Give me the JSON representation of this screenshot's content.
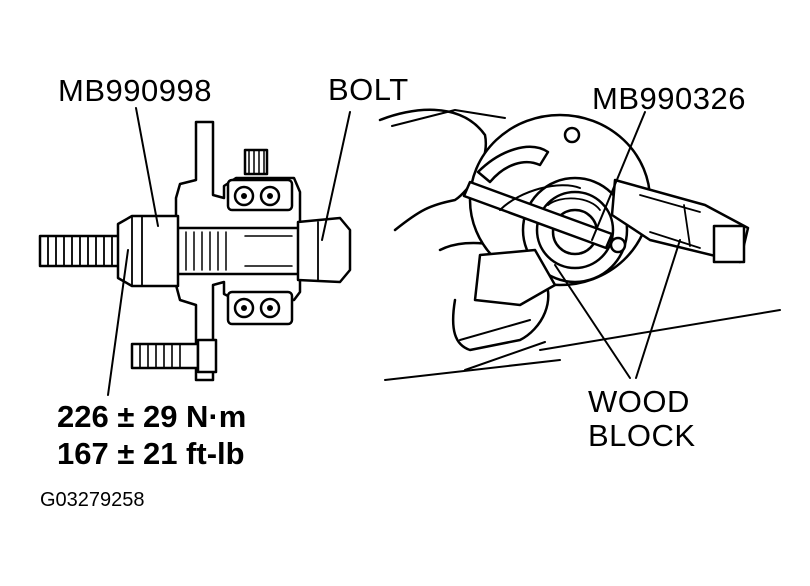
{
  "labels": {
    "tool_left": "MB990998",
    "bolt": "BOLT",
    "tool_right": "MB990326",
    "wood_line1": "WOOD",
    "wood_line2": "BLOCK",
    "torque_nm": "226 ± 29 N·m",
    "torque_ftlb": "167 ± 21 ft-lb",
    "figure_code": "G03279258"
  },
  "colors": {
    "ink": "#000000",
    "paper": "#ffffff"
  }
}
